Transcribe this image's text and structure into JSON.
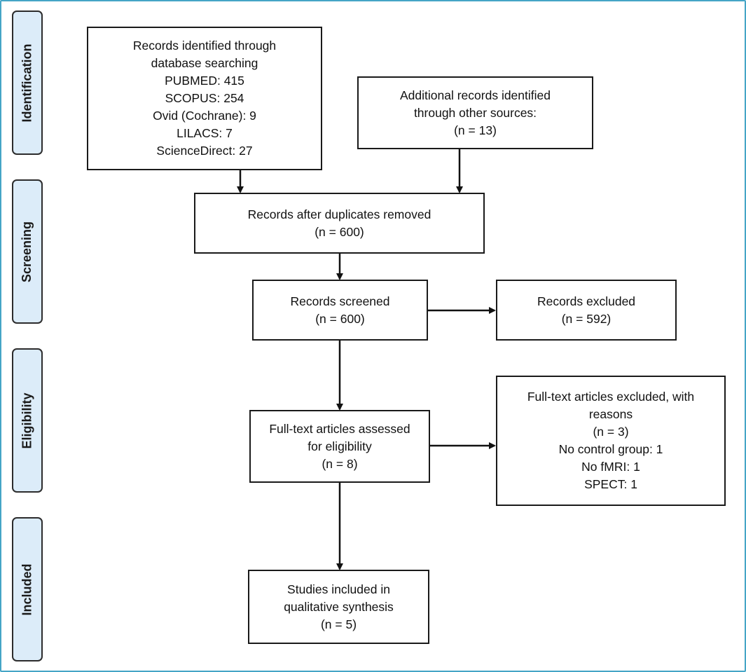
{
  "stages": {
    "identification": "Identification",
    "screening": "Screening",
    "eligibility": "Eligibility",
    "included": "Included"
  },
  "boxes": {
    "database": [
      "Records identified through",
      "database searching",
      "PUBMED: 415",
      "SCOPUS: 254",
      "Ovid (Cochrane): 9",
      "LILACS: 7",
      "ScienceDirect: 27"
    ],
    "other_sources": [
      "Additional records identified",
      "through other sources:",
      "(n = 13)"
    ],
    "duplicates_removed": [
      "Records after duplicates removed",
      "(n = 600)"
    ],
    "screened": [
      "Records screened",
      "(n = 600)"
    ],
    "excluded": [
      "Records excluded",
      "(n = 592)"
    ],
    "fulltext_assessed": [
      "Full-text articles assessed",
      "for eligibility",
      "(n = 8)"
    ],
    "fulltext_excluded": [
      "Full-text articles excluded, with",
      "reasons",
      "(n = 3)",
      "No control group: 1",
      "No fMRI: 1",
      "SPECT: 1"
    ],
    "included": [
      "Studies included in",
      "qualitative synthesis",
      "(n = 5)"
    ]
  }
}
